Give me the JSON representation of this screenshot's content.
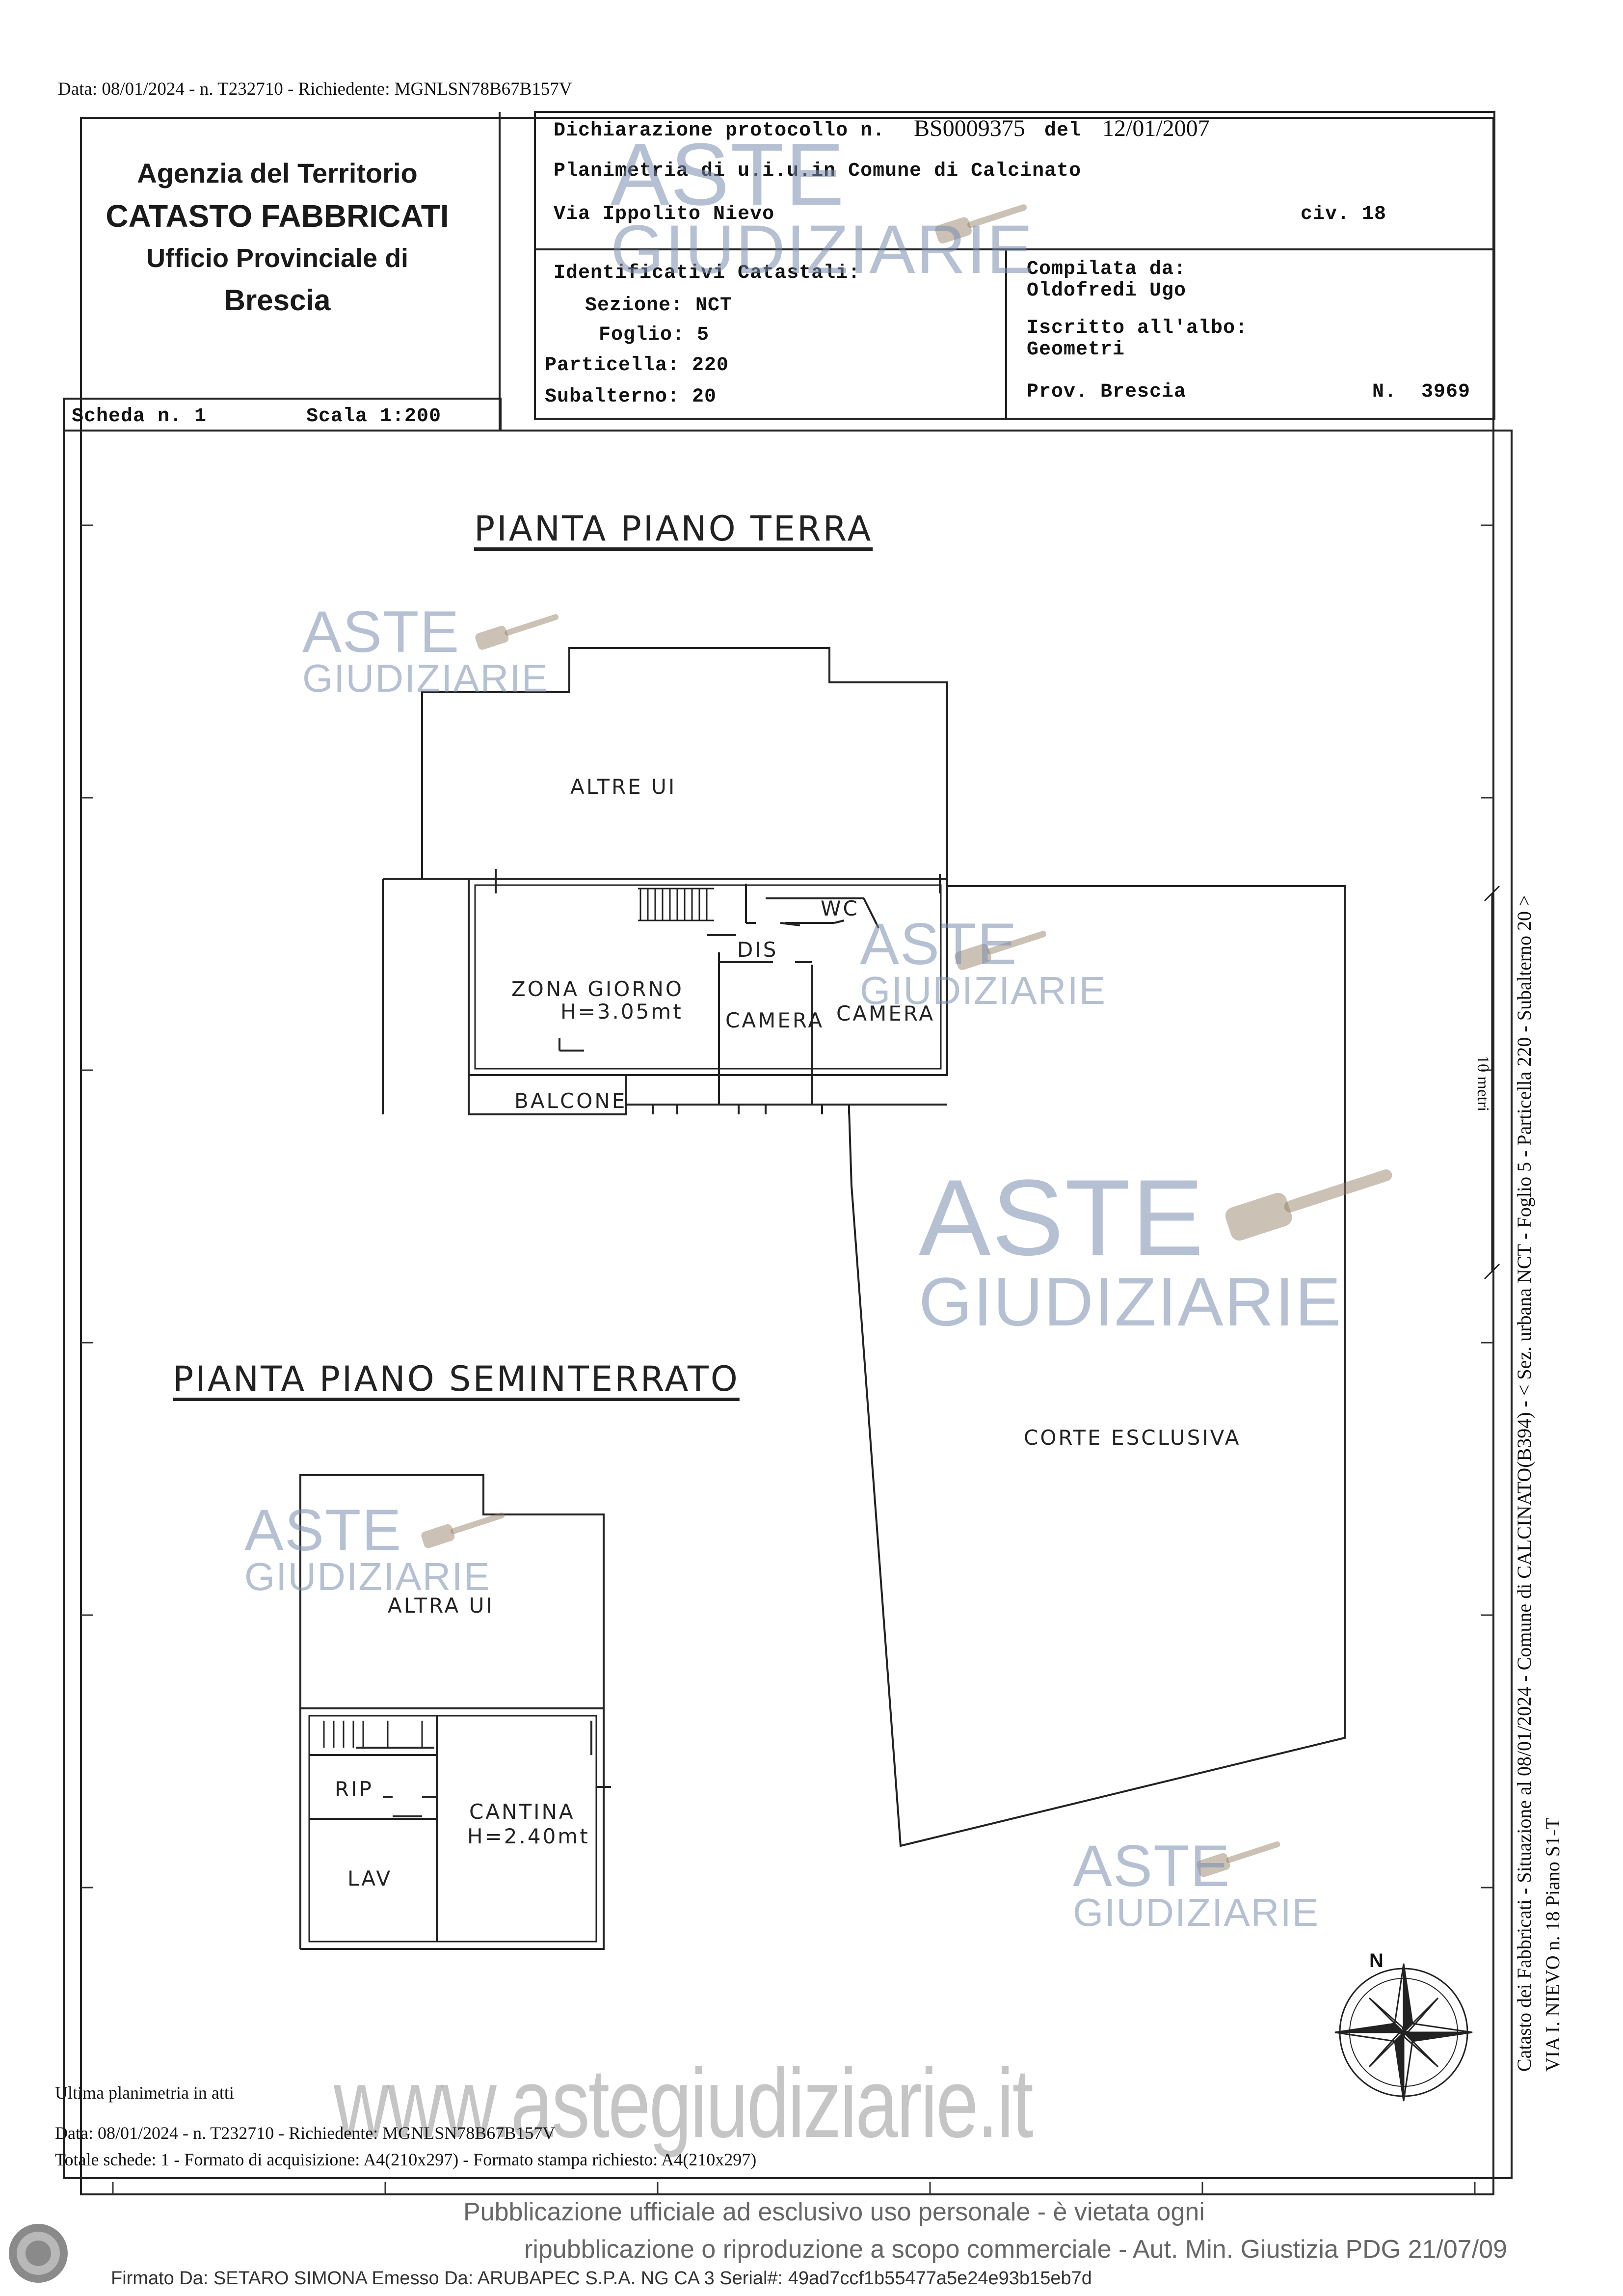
{
  "header_top": "Data: 08/01/2024 - n. T232710 - Richiedente: MGNLSN78B67B157V",
  "agency": {
    "line1": "Agenzia del Territorio",
    "line2": "CATASTO FABBRICATI",
    "line3": "Ufficio Provinciale di",
    "line4": "Brescia"
  },
  "declaration": {
    "label": "Dichiarazione protocollo n.",
    "number": "BS0009375",
    "del_label": "del",
    "date": "12/01/2007",
    "planimetria": "Planimetria di u.i.u.in Comune di Calcinato",
    "address": "Via Ippolito Nievo",
    "civ": "civ. 18"
  },
  "identifiers": {
    "title": "Identificativi Catastali:",
    "sezione": "Sezione: NCT",
    "foglio": "Foglio: 5",
    "particella": "Particella: 220",
    "subalterno": "Subalterno: 20"
  },
  "compiler": {
    "compiled_label": "Compilata da:",
    "compiled_name": "Oldofredi Ugo",
    "albo_label": "Iscritto all'albo:",
    "albo_value": "Geometri",
    "prov": "Prov. Brescia",
    "number": "N.  3969"
  },
  "scheda": {
    "label": "Scheda n. 1",
    "scale": "Scala 1:200"
  },
  "plan": {
    "title_ground": "PIANTA PIANO TERRA",
    "title_basement": "PIANTA PIANO SEMINTERRATO",
    "rooms": {
      "altre_ui": "ALTRE UI",
      "wc": "WC",
      "dis": "DIS",
      "zona_giorno": "ZONA GIORNO",
      "zona_giorno_h": "H=3.05mt",
      "camera_1": "CAMERA",
      "camera_2": "CAMERA",
      "balcone": "BALCONE",
      "corte": "CORTE ESCLUSIVA",
      "altra_ui": "ALTRA UI",
      "rip": "RIP",
      "cantina": "CANTINA",
      "cantina_h": "H=2.40mt",
      "lav": "LAV"
    },
    "scale_label": "10 metri",
    "north": "N"
  },
  "watermark": {
    "line1": "ASTE",
    "line2": "GIUDIZIARIE",
    "site": "www.astegiudiziarie.it"
  },
  "vertical": {
    "line1": "Catasto dei Fabbricati - Situazione al 08/01/2024 - Comune di CALCINATO(B394) - < Sez. urbana NCT - Foglio 5 - Particella 220 - Subalterno 20 >",
    "line2": "VIA I. NIEVO n. 18 Piano S1-T"
  },
  "footer": {
    "ultima": "Ultima planimetria in atti",
    "data": "Data: 08/01/2024 - n. T232710 - Richiedente: MGNLSN78B67B157V",
    "totale": "Totale schede: 1 - Formato di acquisizione: A4(210x297)  - Formato stampa richiesto: A4(210x297)",
    "pub1": "Pubblicazione ufficiale ad esclusivo uso personale - è vietata ogni",
    "pub2": "ripubblicazione o riproduzione a scopo commerciale - Aut. Min. Giustizia PDG 21/07/09",
    "signer": "Firmato Da: SETARO SIMONA Emesso Da: ARUBAPEC S.P.A. NG CA 3 Serial#: 49ad7ccf1b55477a5e24e93b15eb7d"
  }
}
